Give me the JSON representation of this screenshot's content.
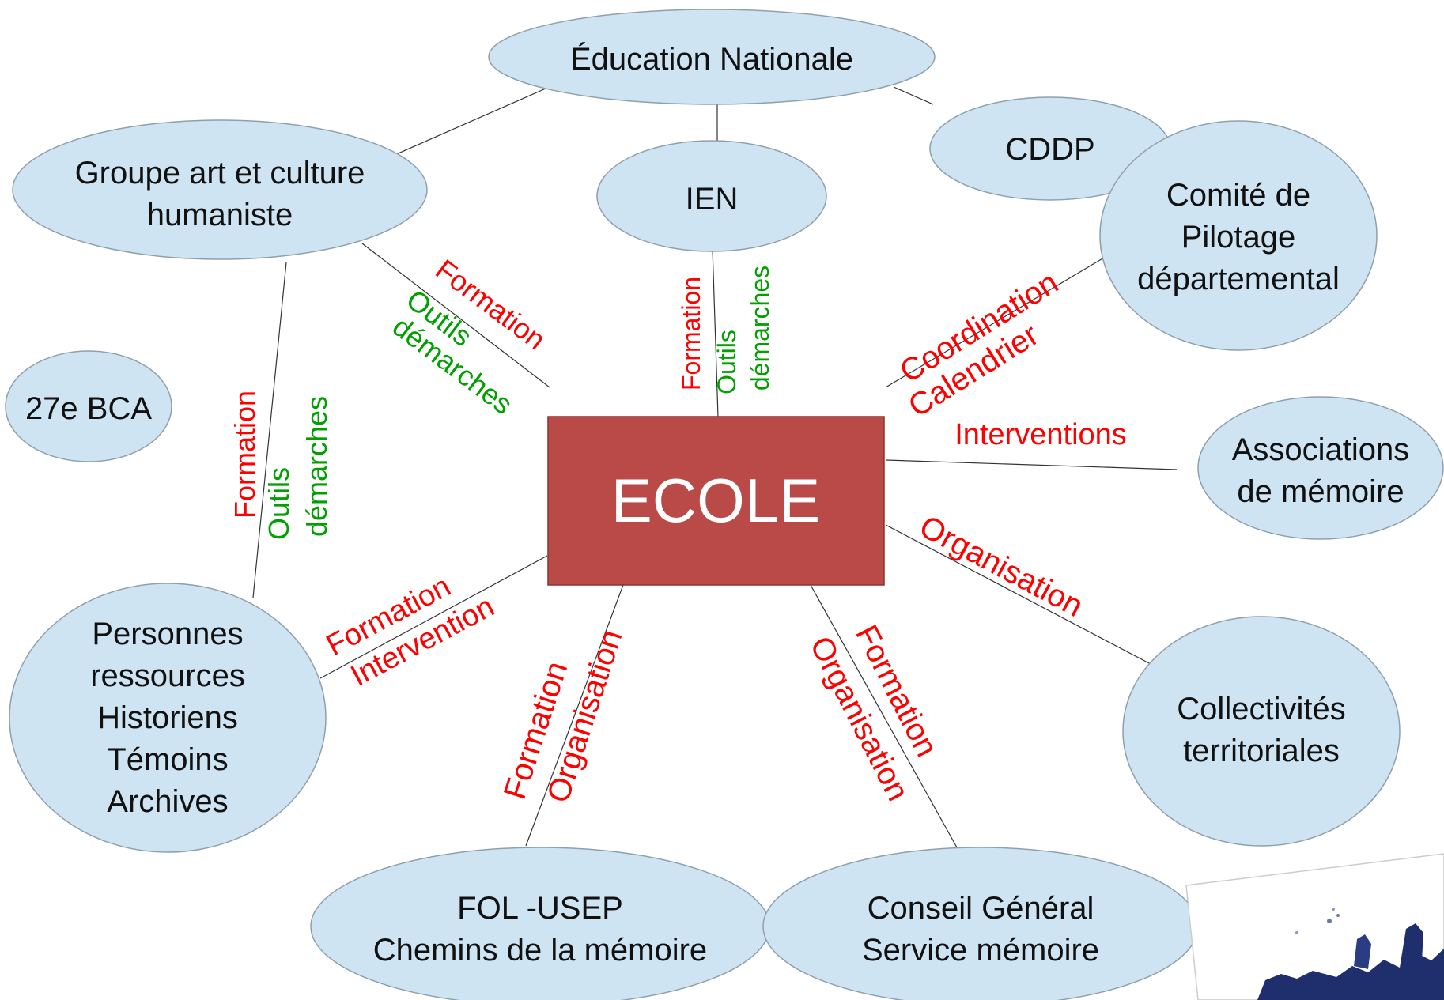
{
  "colors": {
    "node_fill": "#cfe4f2",
    "center_fill": "#b94a48",
    "center_text": "#ffffff",
    "red_label": "#ff0000",
    "green_label": "#00a000"
  },
  "center": {
    "label": "ECOLE"
  },
  "nodes": {
    "education_nationale": [
      "Éducation Nationale"
    ],
    "cddp": [
      "CDDP"
    ],
    "groupe_art": [
      "Groupe art et  culture",
      "humaniste"
    ],
    "ien": [
      "IEN"
    ],
    "comite": [
      "Comité de",
      "Pilotage",
      "départemental"
    ],
    "bca": [
      "27e BCA"
    ],
    "associations": [
      "Associations",
      "de mémoire"
    ],
    "personnes": [
      "Personnes",
      "ressources",
      "Historiens",
      "Témoins",
      "Archives"
    ],
    "collectivites": [
      "Collectivités",
      "territoriales"
    ],
    "fol": [
      "FOL -USEP",
      "Chemins de la mémoire"
    ],
    "conseil": [
      "Conseil Général",
      "Service mémoire"
    ]
  },
  "edge_labels": {
    "groupe_ecole": {
      "formation": "Formation",
      "outils": "Outils",
      "demarches": "démarches"
    },
    "groupe_personnes": {
      "formation": "Formation",
      "outils": "Outils",
      "demarches": "démarches"
    },
    "ien_ecole": {
      "formation": "Formation",
      "outils": "Outils",
      "demarches": "démarches"
    },
    "comite_ecole": {
      "coordination": "Coordination",
      "calendrier": "Calendrier"
    },
    "associations_ecole": {
      "interventions": "Interventions"
    },
    "collectivites_ecole": {
      "organisation": "Organisation"
    },
    "personnes_ecole": {
      "formation": "Formation",
      "intervention": "Intervention"
    },
    "fol_ecole": {
      "formation": "Formation",
      "organisation": "Organisation"
    },
    "conseil_ecole": {
      "formation": "Formation",
      "organisation": "Organisation"
    }
  }
}
